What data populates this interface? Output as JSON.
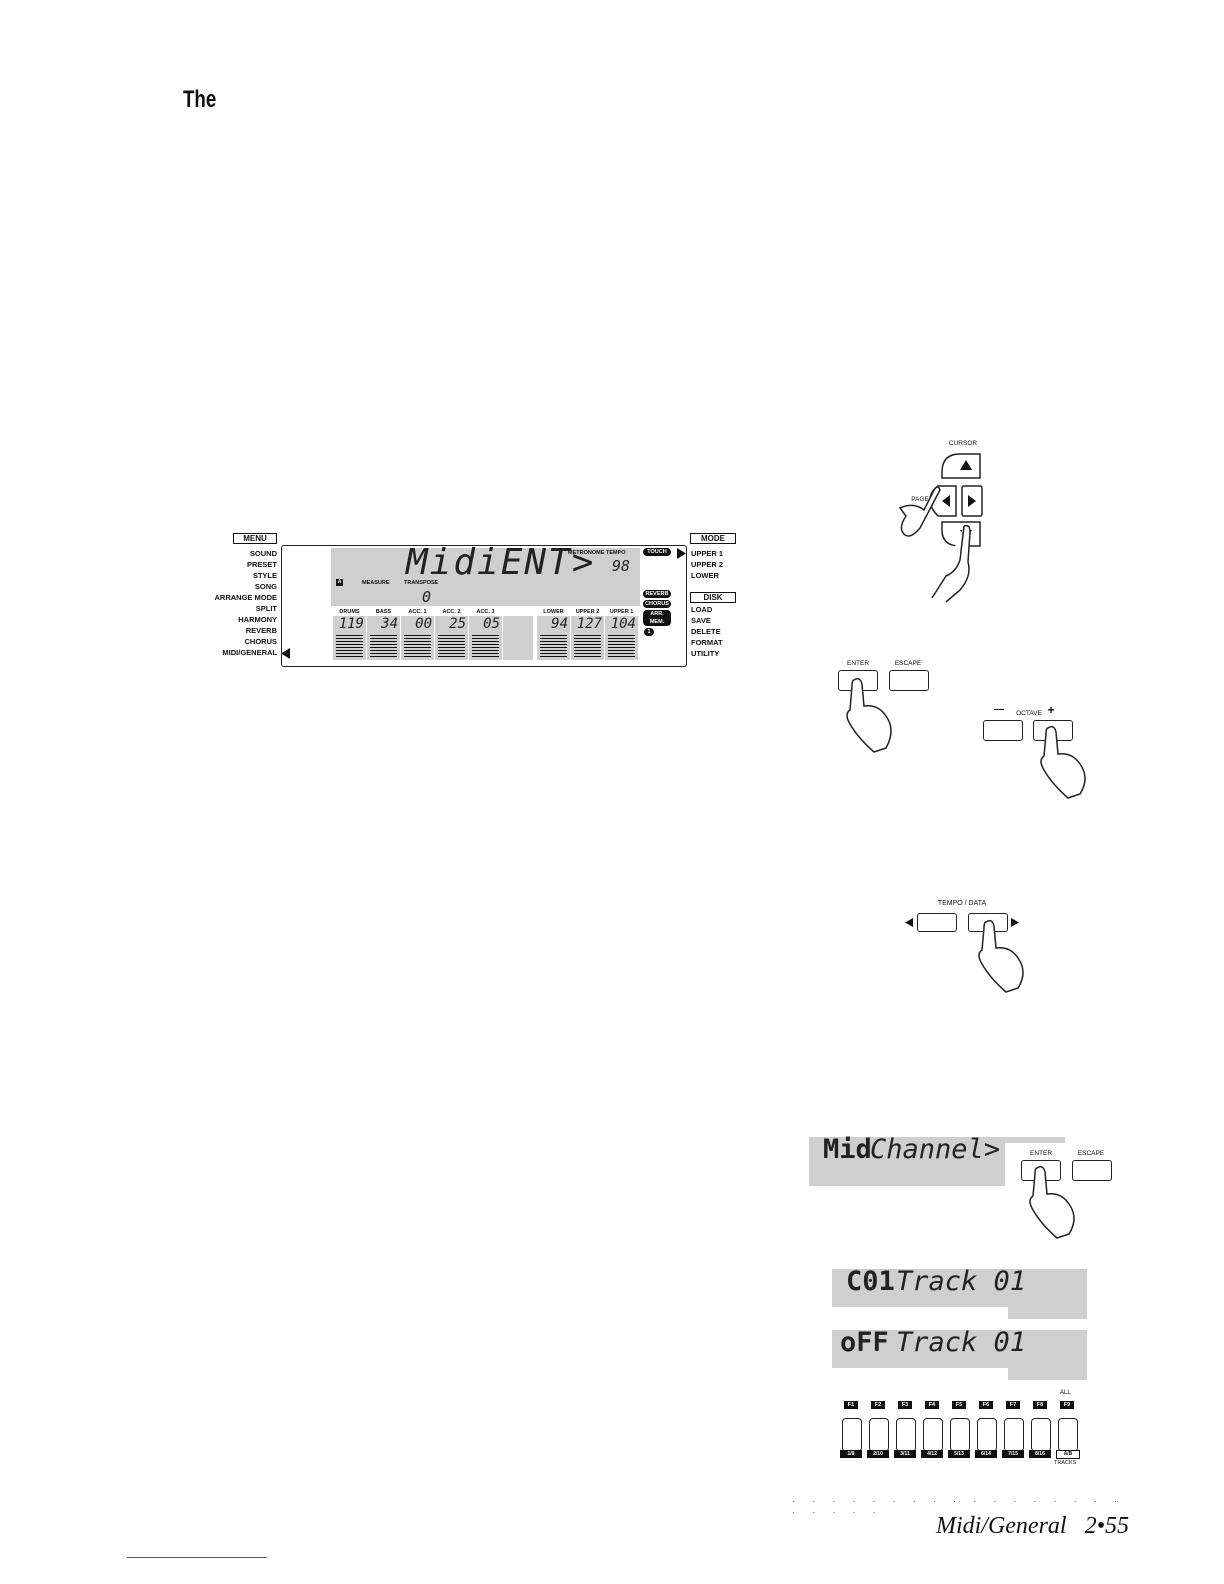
{
  "heading": "The",
  "panel": {
    "menu_label": "MENU",
    "menu_items": [
      "SOUND",
      "PRESET",
      "STYLE",
      "SONG",
      "ARRANGE MODE",
      "SPLIT",
      "HARMONY",
      "REVERB",
      "CHORUS",
      "MIDI/GENERAL"
    ],
    "mode_label": "MODE",
    "mode_items": [
      "UPPER 1",
      "UPPER 2",
      "LOWER"
    ],
    "disk_label": "DISK",
    "disk_items": [
      "LOAD",
      "SAVE",
      "DELETE",
      "FORMAT",
      "UTILITY"
    ],
    "display_text": "MidiENT>",
    "metronome_label": "METRONOME",
    "tempo_label": "TEMPO",
    "tempo_value": "98",
    "a_indicator": "A",
    "measure_label": "MEASURE",
    "transpose_label": "TRANSPOSE",
    "transpose_value": "0",
    "touch_badge": "TOUCH",
    "reverb_badge": "REVERB",
    "chorus_badge": "CHORUS",
    "arrmem_badge": "ARR. MEM.",
    "mem_number": "1",
    "channels": [
      {
        "label": "DRUMS",
        "value": "119"
      },
      {
        "label": "BASS",
        "value": "34"
      },
      {
        "label": "ACC. 1",
        "value": "00"
      },
      {
        "label": "ACC. 2",
        "value": "25"
      },
      {
        "label": "ACC. 3",
        "value": "05"
      },
      {
        "label": "",
        "value": ""
      },
      {
        "label": "LOWER",
        "value": "94"
      },
      {
        "label": "UPPER 2",
        "value": "127"
      },
      {
        "label": "UPPER 1",
        "value": "104"
      }
    ]
  },
  "cursor_pad": {
    "cursor_label": "CURSOR",
    "page_label": "PAGE"
  },
  "enter_escape": {
    "enter": "ENTER",
    "escape": "ESCAPE"
  },
  "octave": {
    "minus": "—",
    "label": "OCTAVE",
    "plus": "+"
  },
  "tempo_data": {
    "label": "TEMPO / DATA"
  },
  "lcd_channel": {
    "prefix": "Mid",
    "text": "Channel>",
    "enter": "ENTER",
    "escape": "ESCAPE"
  },
  "lcd_track1": {
    "prefix": "C01",
    "text": "Track 01"
  },
  "lcd_track2": {
    "prefix": "oFF",
    "text": "Track 01"
  },
  "fkeys": {
    "top": [
      "F1",
      "F2",
      "F3",
      "F4",
      "F5",
      "F6",
      "F7",
      "F8",
      "F9"
    ],
    "bottom": [
      "1/9",
      "2/10",
      "3/11",
      "4/12",
      "5/13",
      "6/14",
      "7/15",
      "8/16",
      "A/B"
    ],
    "all_label": "ALL",
    "tracks_label": "TRACKS"
  },
  "footer": {
    "dots": "· · · · · · · · · · · · · · · · · · · · · ·",
    "text": "Midi/General   2•55"
  }
}
